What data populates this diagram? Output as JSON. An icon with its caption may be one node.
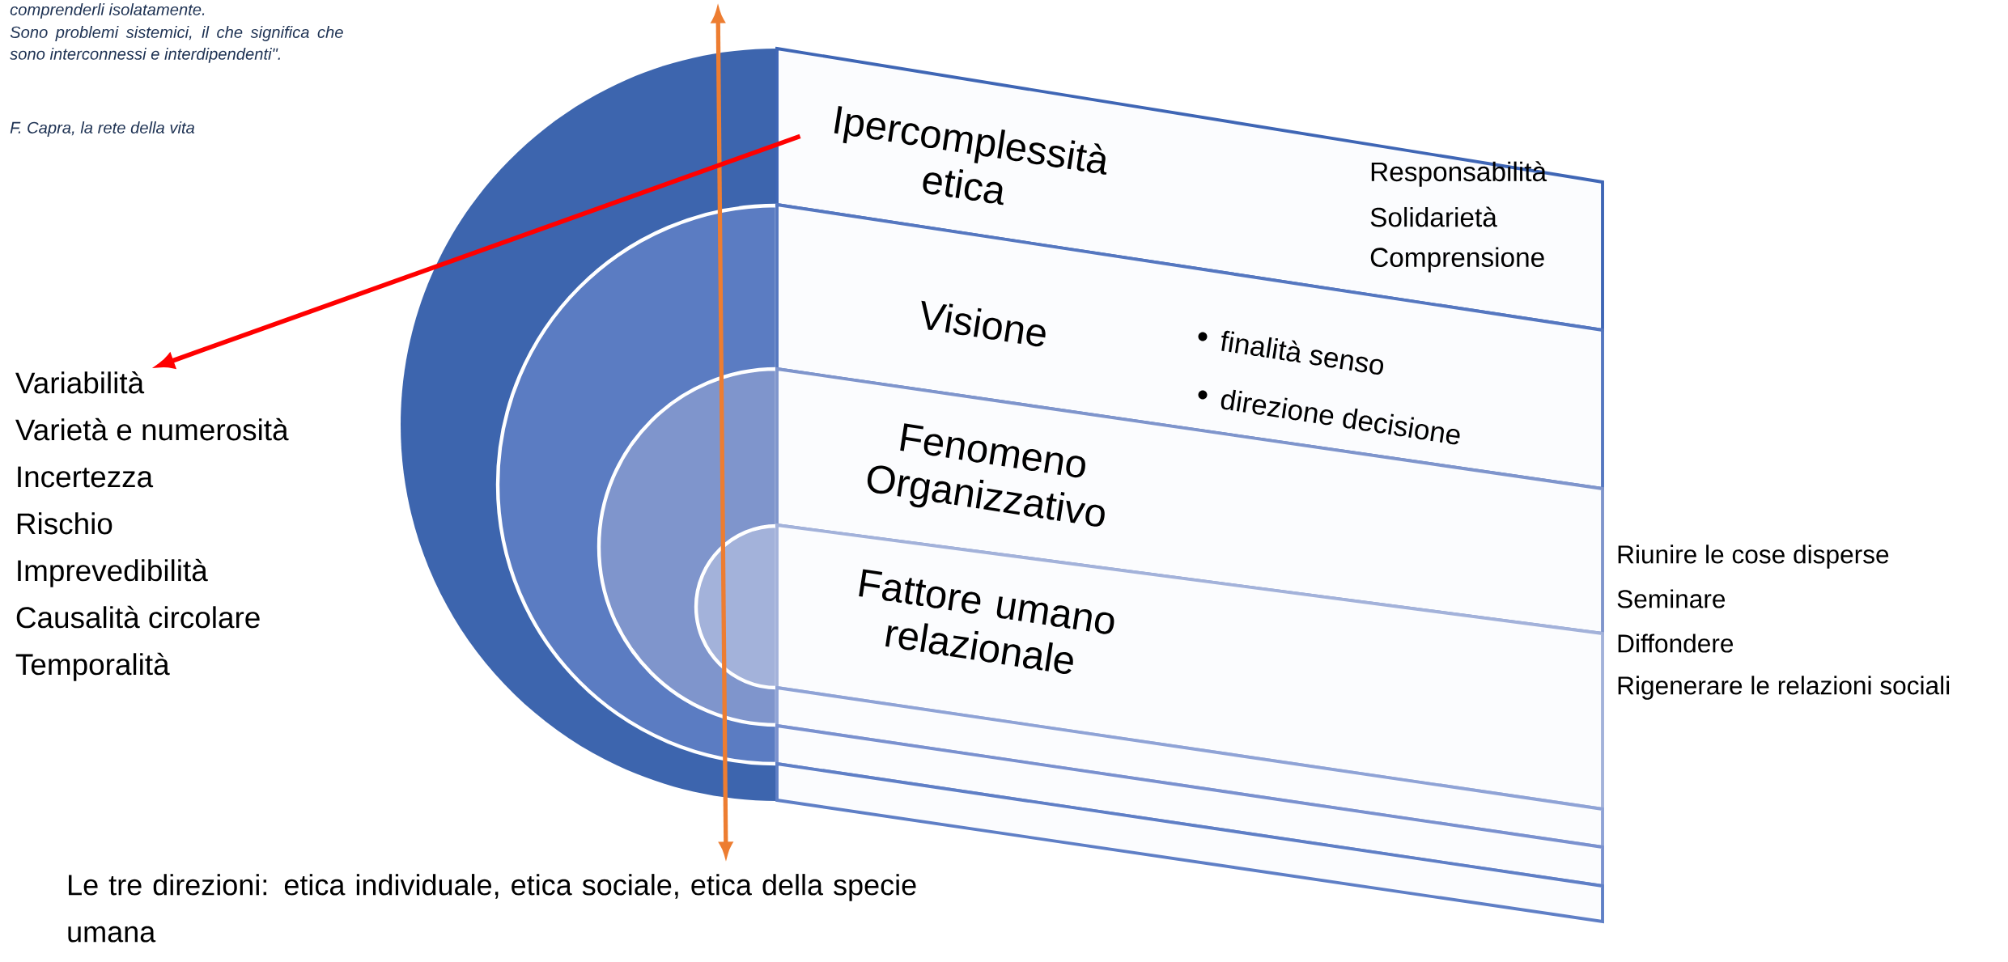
{
  "diagram": {
    "nodes": [
      {
        "text": [
          "Ipercomplessità etica"
        ]
      },
      {
        "text": [
          "Visione",
          "finalità senso",
          "direzione decisione"
        ]
      },
      {
        "text": [
          "Fenomeno Organizzativo"
        ]
      },
      {
        "text": [
          "Fattore umano relazionale"
        ]
      },
      {
        "text": [],
        "shape": "box"
      },
      {
        "text": [],
        "shape": "box"
      },
      {
        "text": [],
        "shape": "box"
      },
      {
        "text": [
          "Variabilità",
          "Varietà e numerosità",
          "Incertezza",
          "Rischio",
          "Imprevedibilità",
          "Causalità circolare",
          "Temporalità"
        ]
      }
    ],
    "edges": [
      {
        "from": 0,
        "to": 7,
        "arrow": "to",
        "color": "#ff0000"
      }
    ],
    "labels": [
      "comprenderli isolatamente.",
      "Sono problemi sistemici, il che significa che sono interconnessi e interdipendenti\".",
      "F. Capra, la rete della vita",
      "Responsabilità",
      "Solidarietà",
      "Comprensione",
      "Riunire le cose disperse",
      "Seminare",
      "Diffondere",
      "Rigenerare le relazioni sociali",
      "Le tre direzioni: etica individuale, etica sociale, etica della specie umana"
    ]
  }
}
